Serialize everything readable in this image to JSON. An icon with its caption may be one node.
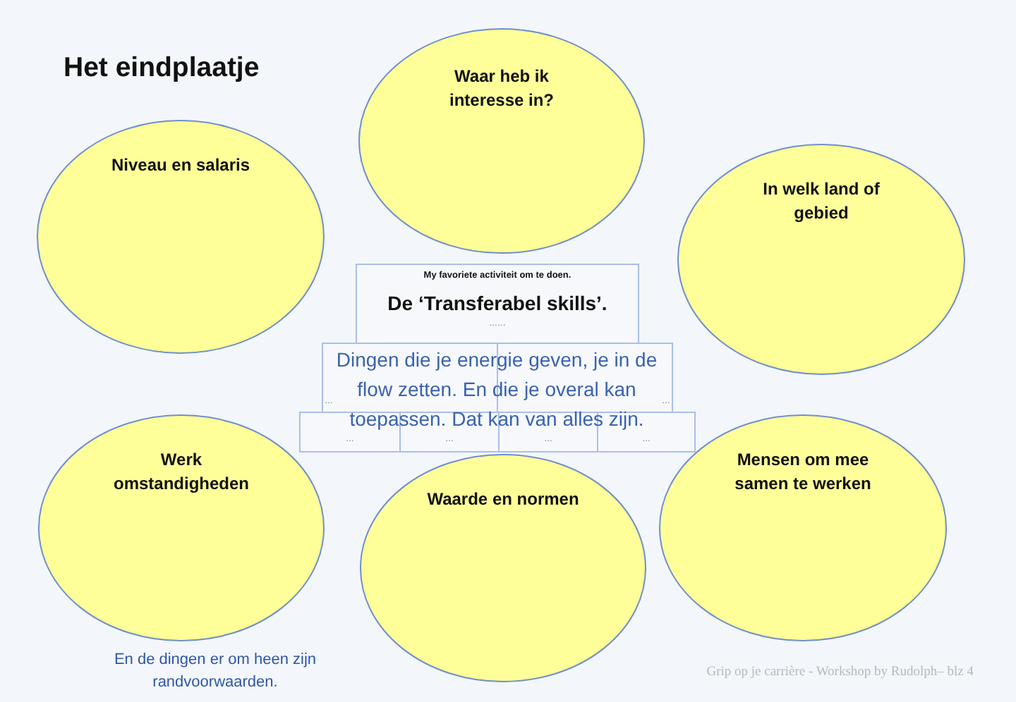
{
  "diagram": {
    "title": "Het eindplaatje",
    "nodes": [
      {
        "text": [
          "Waar heb ik interesse in?"
        ]
      },
      {
        "text": [
          "Niveau en salaris"
        ]
      },
      {
        "text": [
          "In welk land of gebied"
        ]
      },
      {
        "text": [
          "My favoriete activiteit om te doen.",
          "De ‘Transferabel skills’.",
          "……"
        ]
      },
      {
        "text": [
          "…"
        ]
      },
      {
        "text": [
          "…"
        ]
      },
      {
        "text": [
          "…"
        ]
      },
      {
        "text": [
          "…"
        ]
      },
      {
        "text": [
          "…"
        ]
      },
      {
        "text": [
          "…"
        ]
      },
      {
        "text": [
          "Werk omstandigheden"
        ]
      },
      {
        "text": [
          "Waarde en normen"
        ]
      },
      {
        "text": [
          "Mensen om mee samen te werken"
        ]
      }
    ],
    "labels": [
      "Dingen die je energie geven, je in de flow zetten. En die je overal kan toepassen. Dat kan van alles zijn.",
      "En de dingen er om heen zijn randvoorwaarden.",
      "Grip op je carrière - Workshop by Rudolph– blz 4"
    ]
  }
}
